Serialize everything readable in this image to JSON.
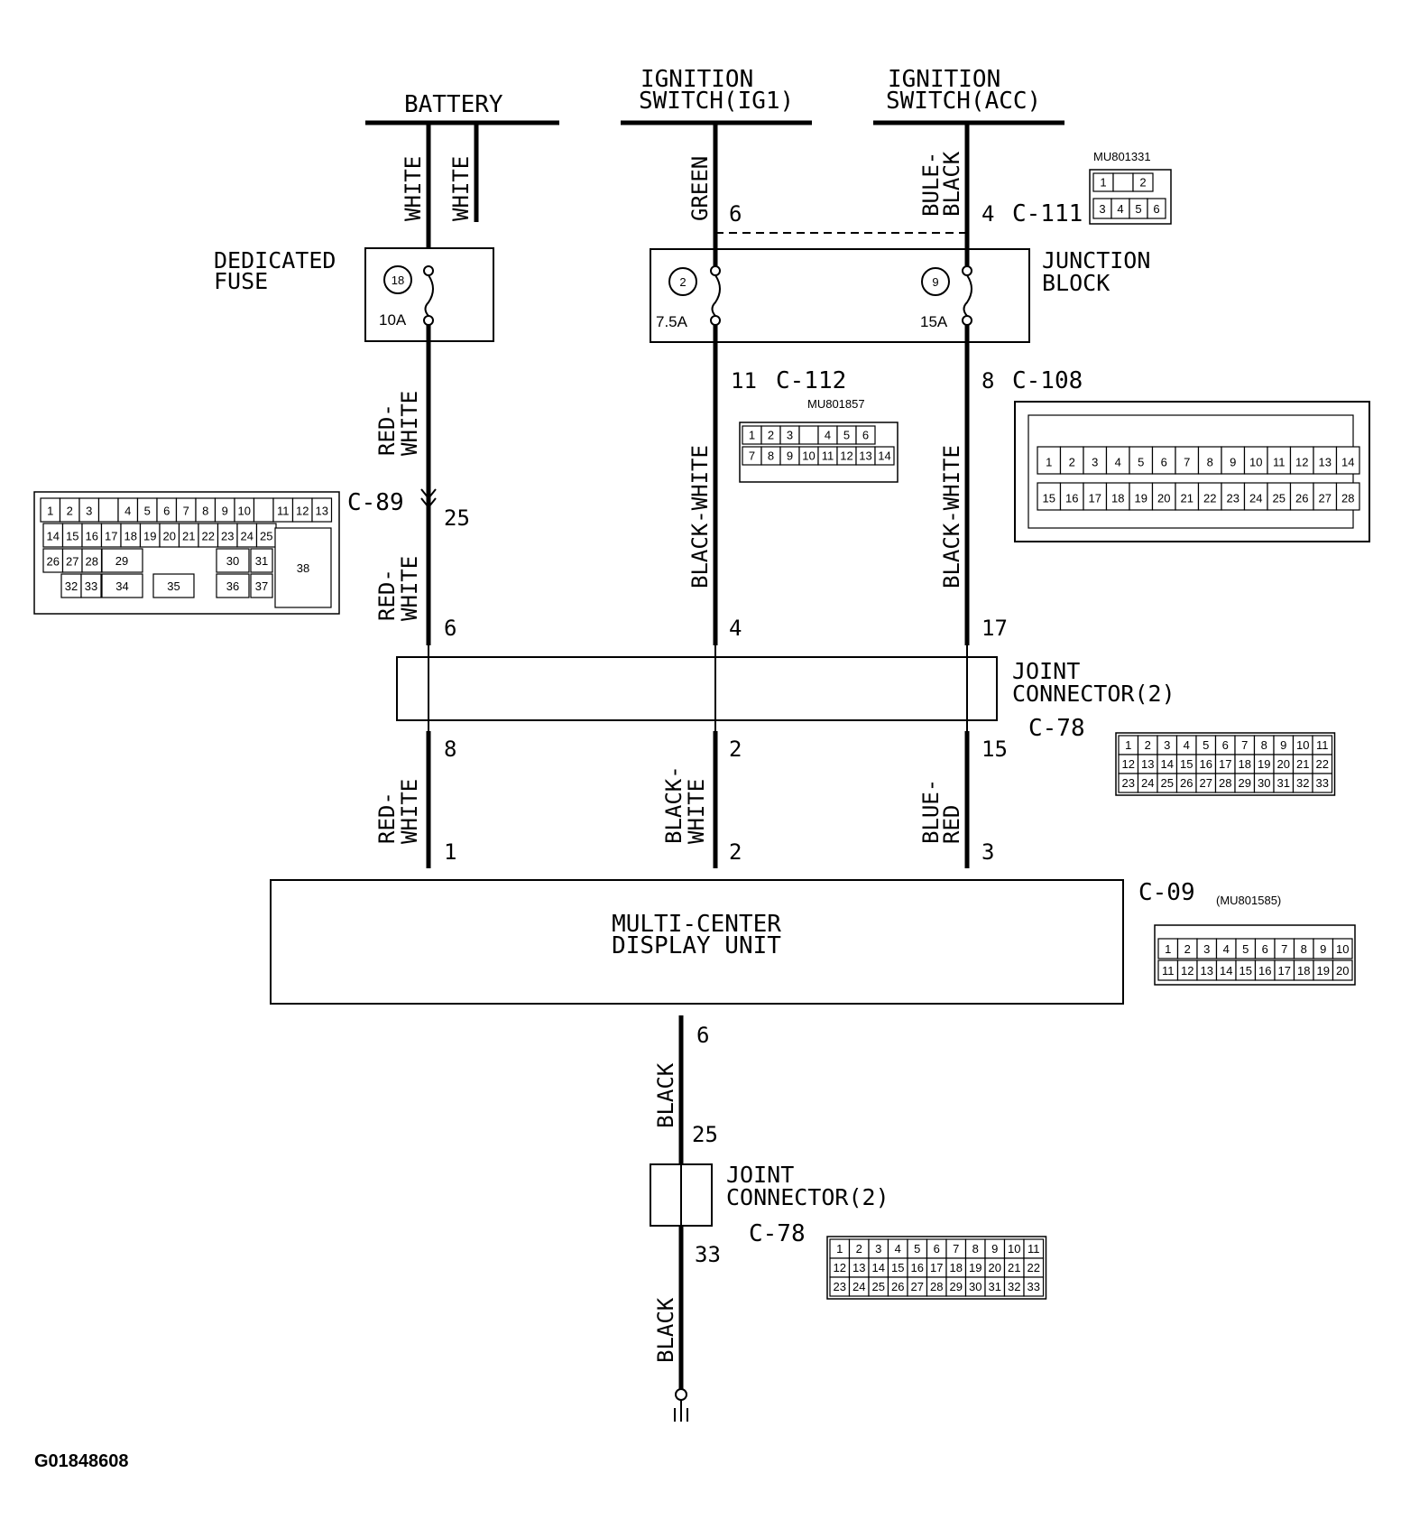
{
  "sources": {
    "battery": "BATTERY",
    "ig1_line1": "IGNITION",
    "ig1_line2": "SWITCH(IG1)",
    "acc_line1": "IGNITION",
    "acc_line2": "SWITCH(ACC)"
  },
  "wires": {
    "battery_a": "WHITE",
    "battery_b": "WHITE",
    "ig1_top": "GREEN",
    "acc_top_1": "BULE-",
    "acc_top_2": "BLACK",
    "fuse_out_1": "RED-",
    "fuse_out_2": "WHITE",
    "c89_out_1": "RED-",
    "c89_out_2": "WHITE",
    "ig1_mid": "BLACK-WHITE",
    "acc_mid": "BLACK-WHITE",
    "jc_out_a_1": "RED-",
    "jc_out_a_2": "WHITE",
    "jc_out_b_1": "BLACK-",
    "jc_out_b_2": "WHITE",
    "jc_out_c_1": "BLUE-",
    "jc_out_c_2": "RED",
    "ground_a": "BLACK",
    "ground_b": "BLACK"
  },
  "components": {
    "dedicated_fuse_1": "DEDICATED",
    "dedicated_fuse_2": "FUSE",
    "fuse18_num": "18",
    "fuse18_rating": "10A",
    "junction_block_1": "JUNCTION",
    "junction_block_2": "BLOCK",
    "fuse2_num": "2",
    "fuse2_rating": "7.5A",
    "fuse9_num": "9",
    "fuse9_rating": "15A",
    "joint_connector_1": "JOINT",
    "joint_connector_2": "CONNECTOR(2)",
    "joint_connector_b_1": "JOINT",
    "joint_connector_b_2": "CONNECTOR(2)",
    "mcd_1": "MULTI-CENTER",
    "mcd_2": "DISPLAY UNIT"
  },
  "connectors": {
    "c111": "C-111",
    "c111_part": "MU801331",
    "c112": "C-112",
    "c112_part": "MU801857",
    "c108": "C-108",
    "c89": "C-89",
    "c78_a": "C-78",
    "c78_b": "C-78",
    "c09": "C-09",
    "c09_part": "(MU801585)"
  },
  "pins": {
    "ig1_in": "6",
    "acc_in": "4",
    "ig1_out": "11",
    "acc_out": "8",
    "c89": "25",
    "jc_in_a": "6",
    "jc_in_b": "4",
    "jc_in_c": "17",
    "jc_out_a": "8",
    "jc_out_b": "2",
    "jc_out_c": "15",
    "mcd_a": "1",
    "mcd_b": "2",
    "mcd_c": "3",
    "mcd_gnd": "6",
    "jcb_in": "25",
    "jcb_out": "33"
  },
  "tables": {
    "c111": {
      "row1": [
        "1",
        "",
        "2"
      ],
      "row2": [
        "3",
        "4",
        "5",
        "6"
      ]
    },
    "c112": {
      "row1": [
        "1",
        "2",
        "3",
        "",
        "4",
        "5",
        "6"
      ],
      "row2": [
        "7",
        "8",
        "9",
        "10",
        "11",
        "12",
        "13",
        "14"
      ]
    },
    "c108": {
      "row1": [
        "1",
        "2",
        "3",
        "4",
        "5",
        "6",
        "7",
        "8",
        "9",
        "10",
        "11",
        "12",
        "13",
        "14"
      ],
      "row2": [
        "15",
        "16",
        "17",
        "18",
        "19",
        "20",
        "21",
        "22",
        "23",
        "24",
        "25",
        "26",
        "27",
        "28"
      ]
    },
    "c89": {
      "row1": [
        "1",
        "2",
        "3",
        "",
        "4",
        "5",
        "6",
        "7",
        "8",
        "9",
        "10",
        "",
        "11",
        "12",
        "13"
      ],
      "row2": [
        "14",
        "15",
        "16",
        "17",
        "18",
        "19",
        "20",
        "21",
        "22",
        "23",
        "24",
        "25"
      ],
      "row3": [
        "26",
        "27",
        "28",
        "29",
        "30",
        "31"
      ],
      "row4": [
        "32",
        "33",
        "34",
        "35",
        "36",
        "37"
      ],
      "big": "38"
    },
    "c78": {
      "row1": [
        "1",
        "2",
        "3",
        "4",
        "5",
        "6",
        "7",
        "8",
        "9",
        "10",
        "11"
      ],
      "row2": [
        "12",
        "13",
        "14",
        "15",
        "16",
        "17",
        "18",
        "19",
        "20",
        "21",
        "22"
      ],
      "row3": [
        "23",
        "24",
        "25",
        "26",
        "27",
        "28",
        "29",
        "30",
        "31",
        "32",
        "33"
      ]
    },
    "c09": {
      "row1": [
        "1",
        "2",
        "3",
        "4",
        "5",
        "6",
        "7",
        "8",
        "9",
        "10"
      ],
      "row2": [
        "11",
        "12",
        "13",
        "14",
        "15",
        "16",
        "17",
        "18",
        "19",
        "20"
      ]
    }
  },
  "figure_id": "G01848608"
}
